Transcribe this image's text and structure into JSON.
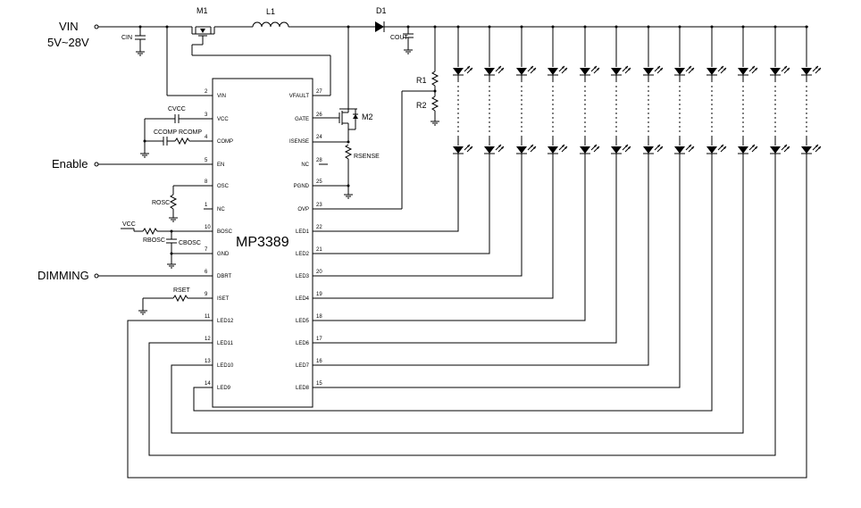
{
  "labels": {
    "vin": "VIN",
    "vin_range": "5V~28V",
    "enable": "Enable",
    "dimming": "DIMMING",
    "chip": "MP3389",
    "m1": "M1",
    "m2": "M2",
    "l1": "L1",
    "d1": "D1",
    "cin": "CIN",
    "cout": "COUT",
    "r1": "R1",
    "r2": "R2",
    "cvcc": "CVCC",
    "ccomp": "CCOMP",
    "rcomp": "RCOMP",
    "rosc": "ROSC",
    "rbosc": "RBOSC",
    "cbosc": "CBOSC",
    "rset": "RSET",
    "rsense": "RSENSE",
    "vcc_net": "VCC"
  },
  "pins_left": [
    {
      "num": "2",
      "name": "VIN"
    },
    {
      "num": "3",
      "name": "VCC"
    },
    {
      "num": "4",
      "name": "COMP"
    },
    {
      "num": "5",
      "name": "EN"
    },
    {
      "num": "8",
      "name": "OSC"
    },
    {
      "num": "1",
      "name": "NC"
    },
    {
      "num": "10",
      "name": "BOSC"
    },
    {
      "num": "7",
      "name": "GND"
    },
    {
      "num": "6",
      "name": "DBRT"
    },
    {
      "num": "9",
      "name": "ISET"
    },
    {
      "num": "11",
      "name": "LED12"
    },
    {
      "num": "12",
      "name": "LED11"
    },
    {
      "num": "13",
      "name": "LED10"
    },
    {
      "num": "14",
      "name": "LED9"
    }
  ],
  "pins_right": [
    {
      "num": "27",
      "name": "VFAULT"
    },
    {
      "num": "26",
      "name": "GATE"
    },
    {
      "num": "24",
      "name": "ISENSE"
    },
    {
      "num": "28",
      "name": "NC"
    },
    {
      "num": "25",
      "name": "PGND"
    },
    {
      "num": "23",
      "name": "OVP"
    },
    {
      "num": "22",
      "name": "LED1"
    },
    {
      "num": "21",
      "name": "LED2"
    },
    {
      "num": "20",
      "name": "LED3"
    },
    {
      "num": "19",
      "name": "LED4"
    },
    {
      "num": "18",
      "name": "LED5"
    },
    {
      "num": "17",
      "name": "LED6"
    },
    {
      "num": "16",
      "name": "LED7"
    },
    {
      "num": "15",
      "name": "LED8"
    }
  ]
}
